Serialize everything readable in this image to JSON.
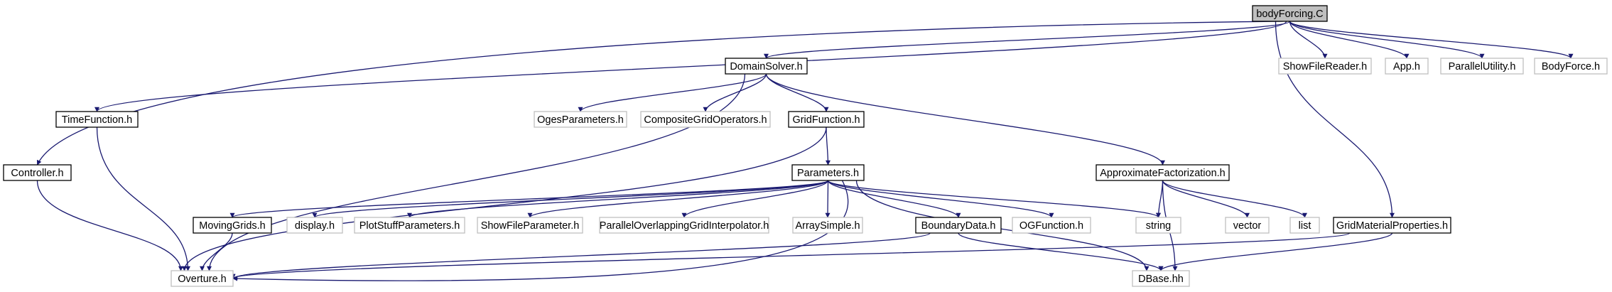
{
  "colors": {
    "edge": "#191970",
    "node_border_internal": "#000000",
    "node_border_external": "#bfbfbf",
    "node_fill": "#ffffff",
    "root_fill": "#bfbfbf"
  },
  "nodes": [
    {
      "id": "bodyForcing",
      "label": "bodyForcing.C",
      "kind": "root"
    },
    {
      "id": "DomainSolver",
      "label": "DomainSolver.h",
      "kind": "internal"
    },
    {
      "id": "TimeFunction",
      "label": "TimeFunction.h",
      "kind": "internal"
    },
    {
      "id": "Controller",
      "label": "Controller.h",
      "kind": "internal"
    },
    {
      "id": "OgesParameters",
      "label": "OgesParameters.h",
      "kind": "external"
    },
    {
      "id": "CompositeGridOperators",
      "label": "CompositeGridOperators.h",
      "kind": "external"
    },
    {
      "id": "GridFunction",
      "label": "GridFunction.h",
      "kind": "internal"
    },
    {
      "id": "ShowFileReader",
      "label": "ShowFileReader.h",
      "kind": "external"
    },
    {
      "id": "App",
      "label": "App.h",
      "kind": "external"
    },
    {
      "id": "ParallelUtility",
      "label": "ParallelUtility.h",
      "kind": "external"
    },
    {
      "id": "BodyForce",
      "label": "BodyForce.h",
      "kind": "external"
    },
    {
      "id": "Parameters",
      "label": "Parameters.h",
      "kind": "internal"
    },
    {
      "id": "ApproximateFactorization",
      "label": "ApproximateFactorization.h",
      "kind": "internal"
    },
    {
      "id": "MovingGrids",
      "label": "MovingGrids.h",
      "kind": "internal"
    },
    {
      "id": "display",
      "label": "display.h",
      "kind": "external"
    },
    {
      "id": "PlotStuffParameters",
      "label": "PlotStuffParameters.h",
      "kind": "external"
    },
    {
      "id": "ShowFileParameter",
      "label": "ShowFileParameter.h",
      "kind": "external"
    },
    {
      "id": "ParallelOverlappingGridInterpolator",
      "label": "ParallelOverlappingGridInterpolator.h",
      "kind": "external"
    },
    {
      "id": "ArraySimple",
      "label": "ArraySimple.h",
      "kind": "external"
    },
    {
      "id": "BoundaryData",
      "label": "BoundaryData.h",
      "kind": "internal"
    },
    {
      "id": "OGFunction",
      "label": "OGFunction.h",
      "kind": "external"
    },
    {
      "id": "string",
      "label": "string",
      "kind": "external"
    },
    {
      "id": "vector",
      "label": "vector",
      "kind": "external"
    },
    {
      "id": "list",
      "label": "list",
      "kind": "external"
    },
    {
      "id": "GridMaterialProperties",
      "label": "GridMaterialProperties.h",
      "kind": "internal"
    },
    {
      "id": "Overture",
      "label": "Overture.h",
      "kind": "external"
    },
    {
      "id": "DBase",
      "label": "DBase.hh",
      "kind": "external"
    }
  ],
  "edges": [
    {
      "from": "bodyForcing",
      "to": "Controller"
    },
    {
      "from": "bodyForcing",
      "to": "TimeFunction"
    },
    {
      "from": "bodyForcing",
      "to": "DomainSolver"
    },
    {
      "from": "bodyForcing",
      "to": "ShowFileReader"
    },
    {
      "from": "bodyForcing",
      "to": "App"
    },
    {
      "from": "bodyForcing",
      "to": "ParallelUtility"
    },
    {
      "from": "bodyForcing",
      "to": "BodyForce"
    },
    {
      "from": "bodyForcing",
      "to": "GridMaterialProperties"
    },
    {
      "from": "DomainSolver",
      "to": "Overture"
    },
    {
      "from": "DomainSolver",
      "to": "OgesParameters"
    },
    {
      "from": "DomainSolver",
      "to": "CompositeGridOperators"
    },
    {
      "from": "DomainSolver",
      "to": "GridFunction"
    },
    {
      "from": "DomainSolver",
      "to": "ApproximateFactorization"
    },
    {
      "from": "TimeFunction",
      "to": "Overture"
    },
    {
      "from": "Controller",
      "to": "Overture"
    },
    {
      "from": "GridFunction",
      "to": "Parameters"
    },
    {
      "from": "GridFunction",
      "to": "Overture"
    },
    {
      "from": "Parameters",
      "to": "MovingGrids"
    },
    {
      "from": "Parameters",
      "to": "display"
    },
    {
      "from": "Parameters",
      "to": "PlotStuffParameters"
    },
    {
      "from": "Parameters",
      "to": "ShowFileParameter"
    },
    {
      "from": "Parameters",
      "to": "ParallelOverlappingGridInterpolator"
    },
    {
      "from": "Parameters",
      "to": "ArraySimple"
    },
    {
      "from": "Parameters",
      "to": "BoundaryData"
    },
    {
      "from": "Parameters",
      "to": "OGFunction"
    },
    {
      "from": "Parameters",
      "to": "string"
    },
    {
      "from": "Parameters",
      "to": "DBase"
    },
    {
      "from": "Parameters",
      "to": "Overture"
    },
    {
      "from": "ApproximateFactorization",
      "to": "string"
    },
    {
      "from": "ApproximateFactorization",
      "to": "vector"
    },
    {
      "from": "ApproximateFactorization",
      "to": "list"
    },
    {
      "from": "ApproximateFactorization",
      "to": "DBase"
    },
    {
      "from": "MovingGrids",
      "to": "Overture"
    },
    {
      "from": "BoundaryData",
      "to": "Overture"
    },
    {
      "from": "BoundaryData",
      "to": "DBase"
    },
    {
      "from": "GridMaterialProperties",
      "to": "Overture"
    },
    {
      "from": "GridMaterialProperties",
      "to": "DBase"
    }
  ]
}
